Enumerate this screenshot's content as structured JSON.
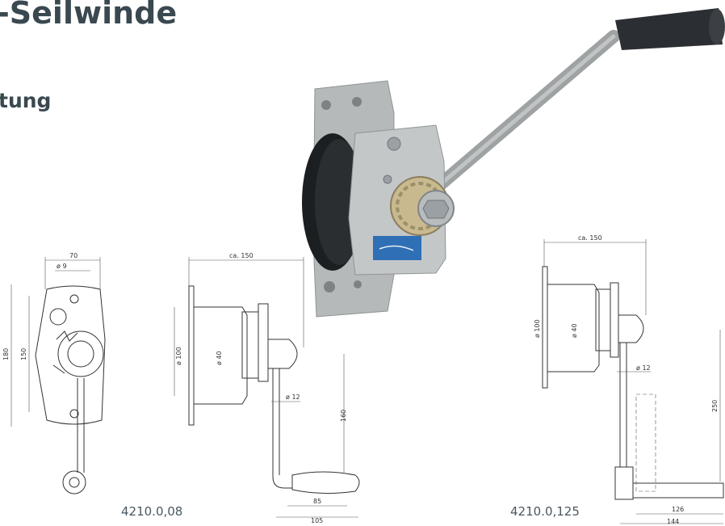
{
  "heading": {
    "title": "-Seilwinde",
    "subtitle": "tung"
  },
  "captions": {
    "left": "4210.0,08",
    "right": "4210.0,125"
  },
  "drawing_front": {
    "dims": [
      "70",
      "ø 9",
      "180",
      "150"
    ]
  },
  "drawing_side_small": {
    "dims": [
      "ca. 150",
      "ø 100",
      "ø 40",
      "ø 12",
      "160",
      "85",
      "105"
    ]
  },
  "drawing_side_large": {
    "dims": [
      "ca. 150",
      "ø 100",
      "ø 40",
      "ø 12",
      "250",
      "126",
      "144"
    ]
  },
  "colors": {
    "text": "#3a4850",
    "steel": "#a9adae",
    "handle": "#2b2f33",
    "drum": "#1c1f22",
    "label": "#2f6fb5"
  },
  "icons": [
    "winch-photo",
    "crank-handle",
    "gear-icon"
  ]
}
